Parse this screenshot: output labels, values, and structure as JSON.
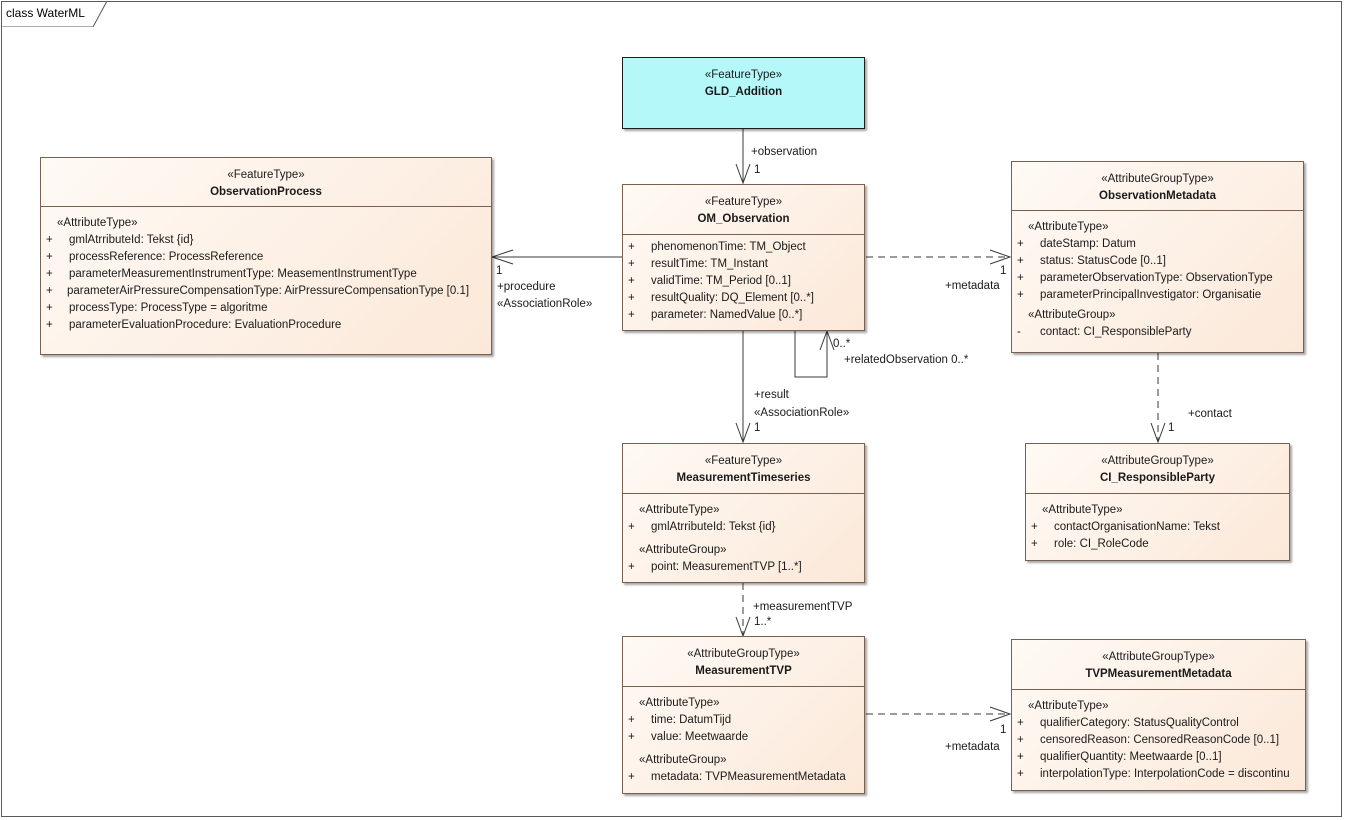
{
  "diagram": {
    "title": "class WaterML"
  },
  "classes": {
    "gld_addition": {
      "stereotype": "«FeatureType»",
      "name": "GLD_Addition"
    },
    "om_observation": {
      "stereotype": "«FeatureType»",
      "name": "OM_Observation",
      "attributes": [
        {
          "vis": "+",
          "text": "phenomenonTime: TM_Object"
        },
        {
          "vis": "+",
          "text": "resultTime: TM_Instant"
        },
        {
          "vis": "+",
          "text": "validTime: TM_Period [0..1]"
        },
        {
          "vis": "+",
          "text": "resultQuality: DQ_Element [0..*]"
        },
        {
          "vis": "+",
          "text": "parameter: NamedValue [0..*]"
        }
      ]
    },
    "observation_process": {
      "stereotype": "«FeatureType»",
      "name": "ObservationProcess",
      "group1": "«AttributeType»",
      "attributes": [
        {
          "vis": "+",
          "text": "gmlAtrributeId: Tekst {id}"
        },
        {
          "vis": "+",
          "text": "processReference: ProcessReference"
        },
        {
          "vis": "+",
          "text": "parameterMeasurementInstrumentType: MeasementInstrumentType"
        },
        {
          "vis": "+",
          "text": "parameterAirPressureCompensationType: AirPressureCompensationType [0.1]"
        },
        {
          "vis": "+",
          "text": "processType: ProcessType = algoritme"
        },
        {
          "vis": "+",
          "text": "parameterEvaluationProcedure: EvaluationProcedure"
        }
      ]
    },
    "observation_metadata": {
      "stereotype": "«AttributeGroupType»",
      "name": "ObservationMetadata",
      "group1": "«AttributeType»",
      "attributes": [
        {
          "vis": "+",
          "text": "dateStamp: Datum"
        },
        {
          "vis": "+",
          "text": "status: StatusCode [0..1]"
        },
        {
          "vis": "+",
          "text": "parameterObservationType: ObservationType"
        },
        {
          "vis": "+",
          "text": "parameterPrincipalInvestigator: Organisatie"
        }
      ],
      "group2": "«AttributeGroup»",
      "attributes2": [
        {
          "vis": "-",
          "text": "contact: CI_ResponsibleParty"
        }
      ]
    },
    "measurement_timeseries": {
      "stereotype": "«FeatureType»",
      "name": "MeasurementTimeseries",
      "group1": "«AttributeType»",
      "attributes": [
        {
          "vis": "+",
          "text": "gmlAtrributeId: Tekst {id}"
        }
      ],
      "group2": "«AttributeGroup»",
      "attributes2": [
        {
          "vis": "+",
          "text": "point: MeasurementTVP [1..*]"
        }
      ]
    },
    "ci_responsible_party": {
      "stereotype": "«AttributeGroupType»",
      "name": "CI_ResponsibleParty",
      "group1": "«AttributeType»",
      "attributes": [
        {
          "vis": "+",
          "text": "contactOrganisationName: Tekst"
        },
        {
          "vis": "+",
          "text": "role: CI_RoleCode"
        }
      ]
    },
    "measurement_tvp": {
      "stereotype": "«AttributeGroupType»",
      "name": "MeasurementTVP",
      "group1": "«AttributeType»",
      "attributes": [
        {
          "vis": "+",
          "text": "time: DatumTijd"
        },
        {
          "vis": "+",
          "text": "value: Meetwaarde"
        }
      ],
      "group2": "«AttributeGroup»",
      "attributes2": [
        {
          "vis": "+",
          "text": "metadata: TVPMeasurementMetadata"
        }
      ]
    },
    "tvp_measurement_metadata": {
      "stereotype": "«AttributeGroupType»",
      "name": "TVPMeasurementMetadata",
      "group1": "«AttributeType»",
      "attributes": [
        {
          "vis": "+",
          "text": "qualifierCategory: StatusQualityControl"
        },
        {
          "vis": "+",
          "text": "censoredReason: CensoredReasonCode [0..1]"
        },
        {
          "vis": "+",
          "text": "qualifierQuantity: Meetwaarde [0..1]"
        },
        {
          "vis": "+",
          "text": "interpolationType: InterpolationCode = discontinu"
        }
      ]
    }
  },
  "connectors": {
    "observation": {
      "role": "+observation",
      "mult": "1"
    },
    "procedure": {
      "mult": "1",
      "role": "+procedure",
      "stereo": "«AssociationRole»"
    },
    "metadata1": {
      "mult": "1",
      "role": "+metadata"
    },
    "related": {
      "mult": "0..*",
      "role": "+relatedObservation 0..*"
    },
    "result": {
      "role": "+result",
      "stereo": "«AssociationRole»",
      "mult": "1"
    },
    "contact": {
      "role": "+contact",
      "mult": "1"
    },
    "measurement_tvp": {
      "role": "+measurementTVP",
      "mult": "1..*"
    },
    "metadata2": {
      "mult": "1",
      "role": "+metadata"
    }
  }
}
